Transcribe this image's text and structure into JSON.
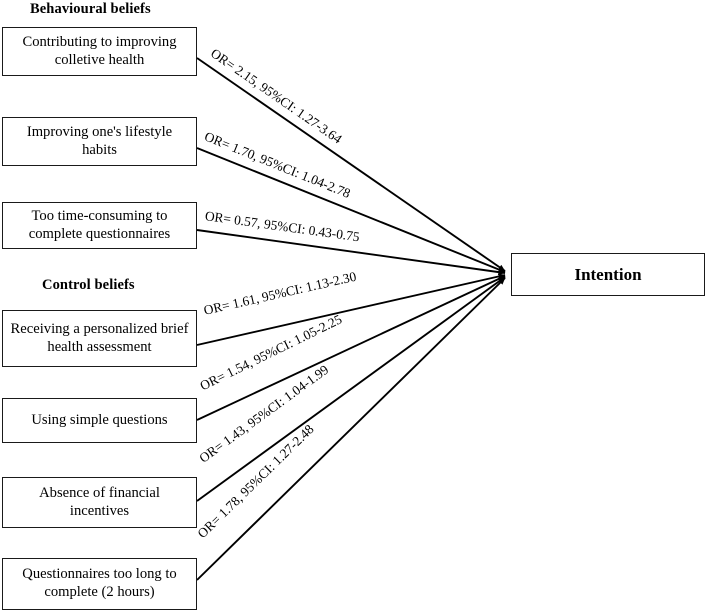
{
  "headers": {
    "behavioural": "Behavioural beliefs",
    "control": "Control beliefs"
  },
  "outcome": {
    "label": "Intention"
  },
  "beliefs": [
    {
      "label": "Contributing to improving colletive health",
      "group": "Behavioural beliefs"
    },
    {
      "label": "Improving one's lifestyle habits",
      "group": "Behavioural beliefs"
    },
    {
      "label": "Too time-consuming to complete questionnaires",
      "group": "Behavioural beliefs"
    },
    {
      "label": "Receiving a personalized brief health assessment",
      "group": "Control beliefs"
    },
    {
      "label": "Using simple questions",
      "group": "Control beliefs"
    },
    {
      "label": "Absence of financial incentives",
      "group": "Control beliefs"
    },
    {
      "label": "Questionnaires too long to complete (2 hours)",
      "group": "Control beliefs"
    }
  ],
  "edges": [
    {
      "label": "OR= 2.15, 95%CI: 1.27-3.64",
      "or": 2.15,
      "ci_low": 1.27,
      "ci_high": 3.64
    },
    {
      "label": "OR= 1.70, 95%CI: 1.04-2.78",
      "or": 1.7,
      "ci_low": 1.04,
      "ci_high": 2.78
    },
    {
      "label": "OR= 0.57, 95%CI: 0.43-0.75",
      "or": 0.57,
      "ci_low": 0.43,
      "ci_high": 0.75
    },
    {
      "label": "OR= 1.61, 95%CI: 1.13-2.30",
      "or": 1.61,
      "ci_low": 1.13,
      "ci_high": 2.3
    },
    {
      "label": "OR= 1.54, 95%CI: 1.05-2.25",
      "or": 1.54,
      "ci_low": 1.05,
      "ci_high": 2.25
    },
    {
      "label": "OR= 1.43, 95%CI: 1.04-1.99",
      "or": 1.43,
      "ci_low": 1.04,
      "ci_high": 1.99
    },
    {
      "label": "OR= 1.78, 95%CI: 1.27-2.48",
      "or": 1.78,
      "ci_low": 1.27,
      "ci_high": 2.48
    }
  ],
  "colors": {
    "stroke": "#000000",
    "box_border": "#1a1a1a",
    "background": "#ffffff",
    "text": "#000000"
  }
}
